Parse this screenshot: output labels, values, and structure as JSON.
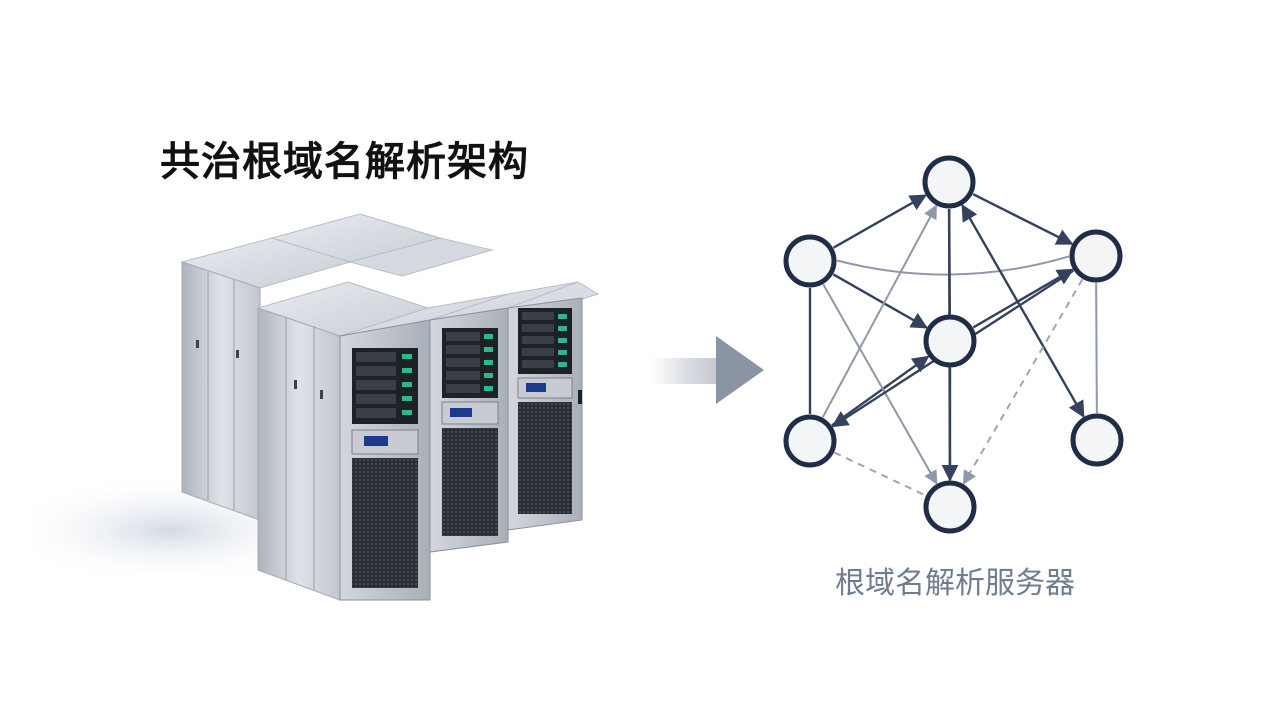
{
  "title": "共治根域名解析架构",
  "network": {
    "caption": "根域名解析服务器",
    "node_count": 7,
    "colors": {
      "node_border": "#1f2d46",
      "node_fill": "#f4f5f7",
      "edge_dark": "#34425e",
      "edge_light": "#8f98a8",
      "edge_dashed": "#9ea5b2"
    }
  },
  "illustration": {
    "server_rack_count": 5,
    "colors": {
      "cabinet": "#c9ced6",
      "cabinet_top": "#dde1e7",
      "led": "#2fb58f",
      "shadow": "#dfe5ee"
    }
  },
  "arrow": {
    "color": "#8a94a3"
  }
}
